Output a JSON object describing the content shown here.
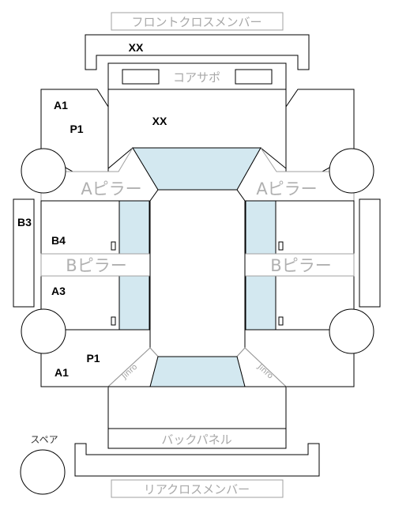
{
  "labels": {
    "front_cross_member": "フロントクロスメンバー",
    "core_support": "コアサポ",
    "a_pillar": "Aピラー",
    "b_pillar": "Bピラー",
    "back_panel": "バックパネル",
    "rear_cross_member": "リアクロスメンバー",
    "spare": "スペア",
    "diag": "Jinro"
  },
  "marks": {
    "front_member": "XX",
    "hood": "XX",
    "front_left_fender_a": "A1",
    "front_left_fender_p": "P1",
    "rocker_left": "B3",
    "rear_door_left": "B4",
    "front_door_left": "A3",
    "rear_left_quarter_p": "P1",
    "rear_left_quarter_a": "A1"
  },
  "colors": {
    "glass": "#d3e8f0",
    "outline": "#000000",
    "label_gray": "#a8a8a8"
  }
}
